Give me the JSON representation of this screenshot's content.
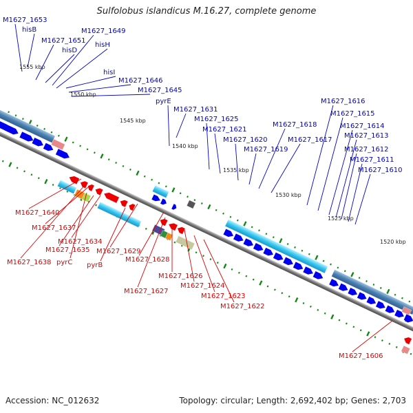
{
  "title": "Sulfolobus islandicus M.16.27, complete genome",
  "footer": {
    "accession": "Accession: NC_012632",
    "topology": "Topology: circular; Length: 2,692,402 bp; Genes: 2,703"
  },
  "colors": {
    "forward_gene": "#0000ee",
    "reverse_gene": "#ee0000",
    "forward_label": "#0000cc",
    "reverse_label": "#dd0000",
    "backbone": "#7a7a7a",
    "tick": "#118811",
    "operon_blue": "#2299dd",
    "operon_cyan": "#33ccee"
  },
  "kbp_ticks": [
    "1555 kbp",
    "1550 kbp",
    "1545 kbp",
    "1540 kbp",
    "1535 kbp",
    "1530 kbp",
    "1525 kbp",
    "1520 kbp"
  ],
  "forward_labels": [
    "M1627_1653",
    "hisB",
    "M1627_1651",
    "hisD",
    "M1627_1649",
    "hisH",
    "hisI",
    "M1627_1646",
    "M1627_1645",
    "pyrE",
    "M1627_1631",
    "M1627_1625",
    "M1627_1621",
    "M1627_1620",
    "M1627_1619",
    "M1627_1618",
    "M1627_1617",
    "M1627_1616",
    "M1627_1615",
    "M1627_1614",
    "M1627_1613",
    "M1627_1612",
    "M1627_1611",
    "M1627_1610"
  ],
  "reverse_labels": [
    "M1627_1640",
    "M1627_1637",
    "M1627_1634",
    "M1627_1635",
    "M1627_1638",
    "pyrC",
    "M1627_1629",
    "pyrB",
    "M1627_1628",
    "M1627_1627",
    "M1627_1626",
    "M1627_1624",
    "M1627_1623",
    "M1627_1622",
    "M1627_1606"
  ]
}
